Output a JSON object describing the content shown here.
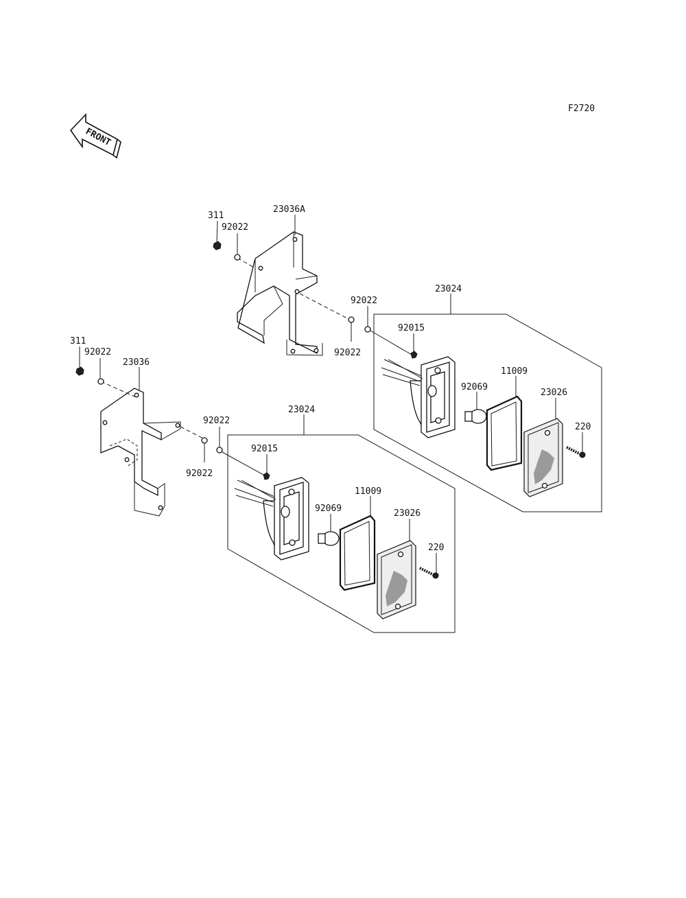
{
  "figure_id": "F2720",
  "front_label": "FRONT",
  "callouts": {
    "u_311": "311",
    "u_92022_a": "92022",
    "u_23036A": "23036A",
    "u_92022_b": "92022",
    "u_92022_c": "92022",
    "u_23024": "23024",
    "u_92015": "92015",
    "u_11009": "11009",
    "u_92069": "92069",
    "u_23026": "23026",
    "u_220": "220",
    "l_311": "311",
    "l_92022_a": "92022",
    "l_23036": "23036",
    "l_92022_b": "92022",
    "l_92022_c": "92022",
    "l_23024": "23024",
    "l_92015": "92015",
    "l_11009": "11009",
    "l_92069": "92069",
    "l_23026": "23026",
    "l_220": "220"
  }
}
